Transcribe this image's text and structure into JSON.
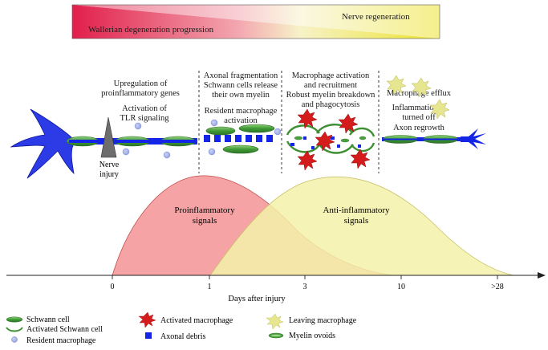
{
  "colors": {
    "degeneration": "#e0224a",
    "regeneration": "#eee830",
    "proinflammatory": "#f6a3a5",
    "anti_inflammatory": "#f3f1a8",
    "overlap": "#f2cfa0",
    "schwann": "#4aa03e",
    "axon": "#1525e6",
    "macrophage_activated": "#d41c1c",
    "macrophage_leaving": "#e7e690",
    "macrophage_resident": "#a9b6e8"
  },
  "banner": {
    "left_label": "Wallerian degeneration progression",
    "right_label": "Nerve regeneration"
  },
  "stages": {
    "s1_a": "Upregulation of",
    "s1_b": "proinflammatory genes",
    "s1_c": "Activation of",
    "s1_d": "TLR signaling",
    "s2_a": "Axonal fragmentation",
    "s2_b": "Schwann cells release",
    "s2_c": "their own myelin",
    "s2_d": "Resident macrophage",
    "s2_e": "activation",
    "s3_a": "Macrophage activation",
    "s3_b": "and recruitment",
    "s3_c": "Robust myelin breakdown",
    "s3_d": "and phagocytosis",
    "s4_a": "Macrophage efflux",
    "s4_b": "Inflammation is",
    "s4_c": "turned off",
    "s4_d": "Axon regrowth"
  },
  "injury": {
    "line1": "Nerve",
    "line2": "injury"
  },
  "curves": {
    "pro_line1": "Proinflammatory",
    "pro_line2": "signals",
    "anti_line1": "Anti-inflammatory",
    "anti_line2": "signals"
  },
  "axis": {
    "ticks": [
      "0",
      "1",
      "3",
      "10",
      ">28"
    ],
    "title": "Days after injury"
  },
  "legend": {
    "schwann": "Schwann cell",
    "activated_schwann": "Activated Schwann cell",
    "resident": "Resident macrophage",
    "activated_macrophage": "Activated macrophage",
    "debris": "Axonal debris",
    "leaving": "Leaving macrophage",
    "ovoids": "Myelin ovoids"
  }
}
